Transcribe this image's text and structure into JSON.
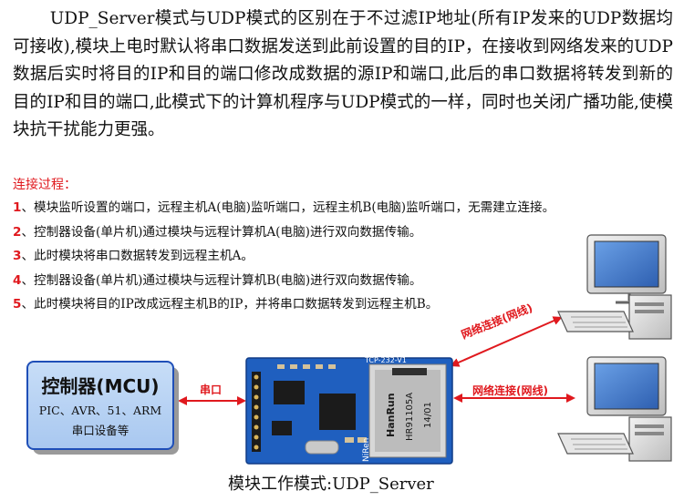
{
  "intro_paragraph": "UDP_Server模式与UDP模式的区别在于不过滤IP地址(所有IP发来的UDP数据均可接收),模块上电时默认将串口数据发送到此前设置的目的IP，在接收到网络发来的UDP数据后实时将目的IP和目的端口修改成数据的源IP和端口,此后的串口数据将转发到新的目的IP和目的端口,此模式下的计算机程序与UDP模式的一样，同时也关闭广播功能,使模块抗干扰能力更强。",
  "steps_title": "连接过程：",
  "steps": [
    {
      "num": "1",
      "text": "、模块监听设置的端口，远程主机A(电脑)监听端口，远程主机B(电脑)监听端口，无需建立连接。"
    },
    {
      "num": "2",
      "text": "、控制器设备(单片机)通过模块与远程计算机A(电脑)进行双向数据传输。"
    },
    {
      "num": "3",
      "text": "、此时模块将串口数据转发到远程主机A。"
    },
    {
      "num": "4",
      "text": "、控制器设备(单片机)通过模块与远程计算机B(电脑)进行双向数据传输。"
    },
    {
      "num": "5",
      "text": "、此时模块将目的IP改成远程主机B的IP，并将串口数据转发到远程主机B。"
    }
  ],
  "controller": {
    "title": "控制器(MCU)",
    "line1": "PIC、AVR、51、ARM",
    "line2": "串口设备等"
  },
  "serial_label": "串口",
  "network_label_a": "网络连接(网线)",
  "network_label_b": "网络连接(网线)",
  "module_board": {
    "header_text": "TCP-232-V1",
    "jack_brand": "HanRun",
    "jack_model": "HR91105A",
    "jack_date": "14/01",
    "silk_brand": "NiRen"
  },
  "caption": "模块工作模式:UDP_Server",
  "colors": {
    "accent_red": "#e0191e",
    "controller_border": "#1f4fb8",
    "controller_fill": "#b7d1f3",
    "pcb_blue": "#1f5fbf"
  }
}
